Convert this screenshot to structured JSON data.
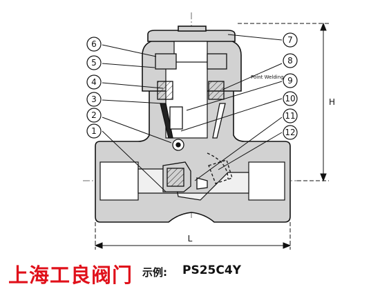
{
  "callouts": [
    {
      "number": "1"
    },
    {
      "number": "2"
    },
    {
      "number": "3"
    },
    {
      "number": "4"
    },
    {
      "number": "5"
    },
    {
      "number": "6"
    },
    {
      "number": "7"
    },
    {
      "number": "8"
    },
    {
      "number": "9"
    },
    {
      "number": "10"
    },
    {
      "number": "11"
    },
    {
      "number": "12"
    }
  ],
  "annotation": {
    "point_welding": "Point Welding"
  },
  "dimensions": {
    "height_label": "H",
    "length_label": "L"
  },
  "footer": {
    "brand": "上海工良阀门",
    "example_label": "示例:",
    "model_code": "PS25C4Y"
  },
  "colors": {
    "body_fill": "#d2d2d2",
    "outline": "#111111",
    "brand_red": "#e0101a"
  }
}
